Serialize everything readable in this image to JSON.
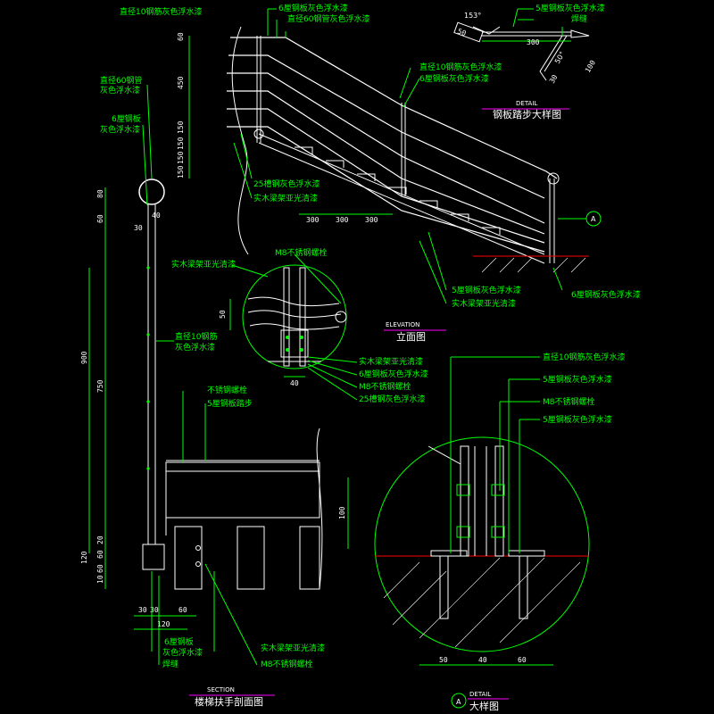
{
  "colors": {
    "background": "#000000",
    "label": "#00ff00",
    "structure": "#ffffff",
    "section_line": "#ff0000",
    "cyan": "#00ffff",
    "magenta": "#ff00ff"
  },
  "top_detail": {
    "angle_1": "153°",
    "angle_2": "50°",
    "dim_50": "50",
    "dim_300": "300",
    "dim_100": "100",
    "dim_30": "30",
    "label_plate": "5厘钢板灰色浮水漆",
    "label_weld": "焊缝",
    "title_en": "DETAIL",
    "title_cn": "钢板踏步大样图"
  },
  "elevation": {
    "label_top_1": "6厘钢板灰色浮水漆",
    "label_top_2": "直径10钢筋灰色浮水漆",
    "label_top_3": "直径60钢管灰色浮水漆",
    "label_mid_1": "直径10钢筋灰色浮水漆",
    "label_mid_2": "6厘钢板灰色浮水漆",
    "label_left_1": "25槽钢灰色浮水漆",
    "label_left_2": "实木梁架亚光清漆",
    "label_bottom_1": "5厘钢板灰色浮水漆",
    "label_bottom_2": "实木梁架亚光清漆",
    "label_right": "6厘钢板灰色浮水漆",
    "dims_vertical": [
      "60",
      "450",
      "150",
      "150",
      "150",
      "150",
      "150",
      "150"
    ],
    "dims_horizontal": [
      "300",
      "300",
      "300"
    ],
    "marker": "A",
    "title_en": "ELEVATION",
    "title_cn": "立面图"
  },
  "small_detail": {
    "label_wood": "实木梁架亚光清漆",
    "label_bolt": "M8不锈钢螺栓",
    "dim_50": "50",
    "dim_40": "40",
    "labels_right": [
      "实木梁架亚光清漆",
      "6厘钢板灰色浮水漆",
      "M8不锈钢螺栓",
      "25槽钢灰色浮水漆"
    ]
  },
  "section": {
    "label_tube": "直径60钢管灰色浮水漆",
    "label_plate6": "6厘钢板灰色浮水漆",
    "label_rod": "直径10钢筋灰色浮水漆",
    "label_bolt_top": "不锈钢螺栓",
    "label_step": "5厘钢板踏步",
    "label_bottom_1": "6厘钢板灰色浮水漆",
    "label_weld": "焊缝",
    "label_bottom_2": "实木梁架亚光清漆",
    "label_bottom_3": "M8不锈钢螺栓",
    "dims_left": [
      "80",
      "60",
      "900",
      "750",
      "20",
      "60",
      "120",
      "60",
      "10"
    ],
    "dims_bottom": [
      "30",
      "30",
      "60",
      "120"
    ],
    "dim_40": "40",
    "dim_30": "30",
    "title_en": "SECTION",
    "title_cn": "楼梯扶手剖面图"
  },
  "big_detail": {
    "labels": [
      "直径10钢筋灰色浮水漆",
      "5厘钢板灰色浮水漆",
      "M8不锈钢螺栓",
      "5厘钢板灰色浮水漆"
    ],
    "dim_100": "100",
    "dims_bottom": [
      "50",
      "40",
      "60"
    ],
    "marker": "A",
    "title_en": "DETAIL",
    "title_cn": "大样图"
  }
}
